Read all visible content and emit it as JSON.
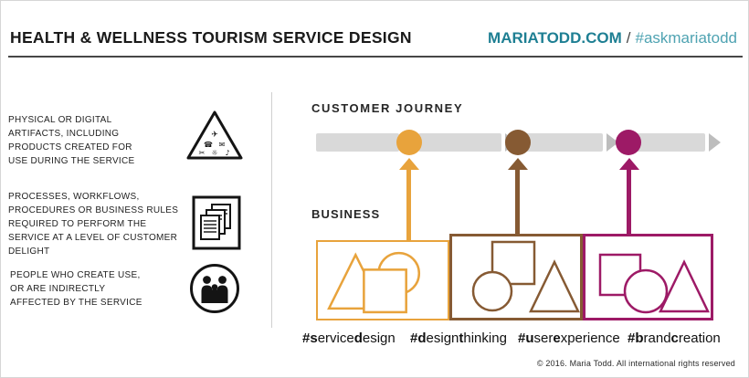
{
  "header": {
    "title": "HEALTH & WELLNESS TOURISM SERVICE DESIGN",
    "site": "MARIATODD.COM",
    "separator": "/",
    "hashtag": "#askmariatodd"
  },
  "legend": {
    "items": [
      {
        "icon": "artifacts-triangle-icon",
        "text": "PHYSICAL OR DIGITAL ARTIFACTS, INCLUDING PRODUCTS CREATED FOR USE DURING THE SERVICE"
      },
      {
        "icon": "process-documents-icon",
        "text": "PROCESSES, WORKFLOWS, PROCEDURES OR BUSINESS RULES REQUIRED TO PERFORM THE SERVICE AT A LEVEL OF CUSTOMER DELIGHT"
      },
      {
        "icon": "people-circle-icon",
        "text": "PEOPLE WHO CREATE USE, OR ARE INDIRECTLY AFFECTED BY THE SERVICE"
      }
    ]
  },
  "diagram": {
    "customer_journey_label": "CUSTOMER JOURNEY",
    "business_label": "BUSINESS",
    "touchpoints": [
      {
        "name": "service-design-touchpoint",
        "color": "#E8A33C"
      },
      {
        "name": "design-thinking-touchpoint",
        "color": "#865A33"
      },
      {
        "name": "brand-creation-touchpoint",
        "color": "#9D1A66"
      }
    ],
    "boxes": [
      {
        "name": "service-design-box",
        "color": "#E8A33C",
        "shapes": [
          "triangle",
          "circle",
          "square"
        ]
      },
      {
        "name": "design-thinking-box",
        "color": "#865A33",
        "shapes": [
          "square",
          "circle",
          "triangle"
        ]
      },
      {
        "name": "brand-creation-box",
        "color": "#9D1A66",
        "shapes": [
          "square",
          "circle",
          "triangle"
        ]
      }
    ]
  },
  "hashtags": [
    {
      "hash": "#",
      "b1": "s",
      "m1": "ervice",
      "b2": "d",
      "m2": "esign"
    },
    {
      "hash": "#",
      "b1": "d",
      "m1": "esign",
      "b2": "t",
      "m2": "hinking"
    },
    {
      "hash": "#",
      "b1": "u",
      "m1": "ser",
      "b2": "e",
      "m2": "xperience"
    },
    {
      "hash": "#",
      "b1": "b",
      "m1": "rand",
      "b2": "c",
      "m2": "reation"
    }
  ],
  "footer": {
    "copyright": "© 2016. Maria Todd. All international rights reserved"
  },
  "colors": {
    "teal": "#1E7F93",
    "teal_light": "#4FA3B2",
    "orange": "#E8A33C",
    "brown": "#865A33",
    "magenta": "#9D1A66",
    "journey_bar": "#D9D9D9",
    "journey_arrow": "#BDBDBD"
  }
}
